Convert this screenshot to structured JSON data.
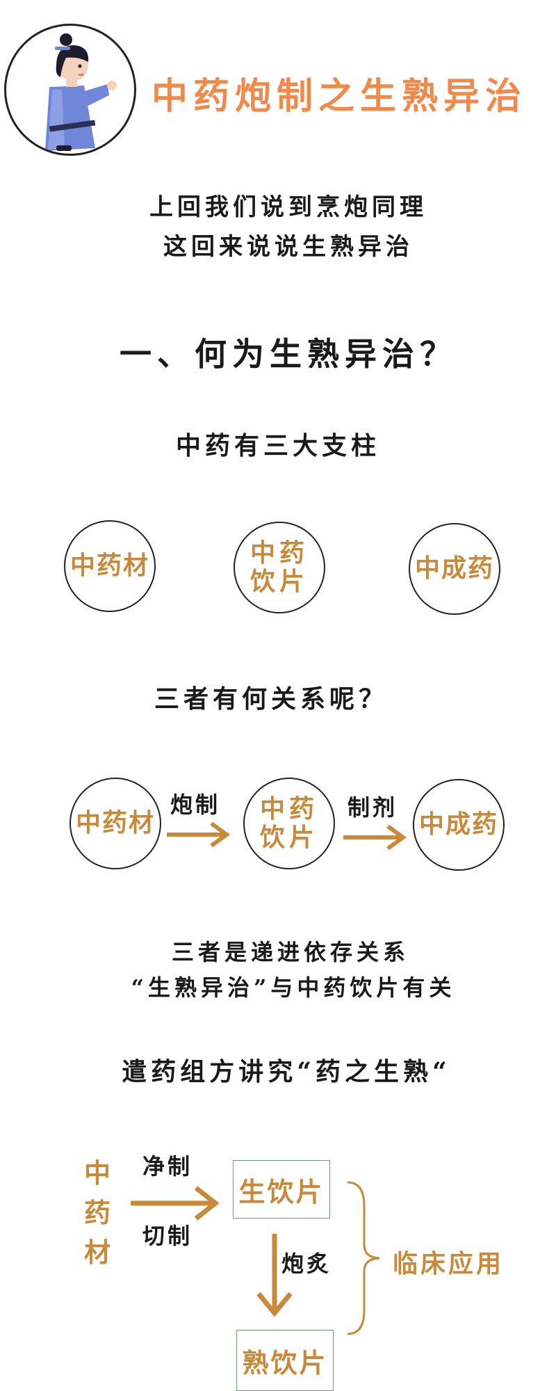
{
  "header": {
    "title": "中药炮制之生熟异治",
    "avatar_icon": "scholar-avatar-icon"
  },
  "intro": {
    "line1": "上回我们说到烹炮同理",
    "line2": "这回来说说生熟异治"
  },
  "section1": {
    "heading": "一、何为生熟异治？",
    "pillars_heading": "中药有三大支柱",
    "pillars": [
      "中药材",
      "中药饮片",
      "中成药"
    ],
    "relation_heading": "三者有何关系呢？",
    "flow": {
      "nodes": [
        "中药材",
        "中药饮片",
        "中成药"
      ],
      "arrow1_label": "炮制",
      "arrow2_label": "制剂"
    },
    "relation_text1": "三者是递进依存关系",
    "relation_text2": "“生熟异治”与中药饮片有关",
    "principle_heading": "遣药组方讲究“药之生熟“"
  },
  "diagram": {
    "source": "中药材",
    "step1_top": "净制",
    "step1_bottom": "切制",
    "raw_box": "生饮片",
    "step2": "炮炙",
    "cooked_box": "熟饮片",
    "bracket_label": "临床应用"
  },
  "colors": {
    "title": "#f0894a",
    "accent_gold": "#c88a3a",
    "box_border": "#6d9a6d"
  }
}
